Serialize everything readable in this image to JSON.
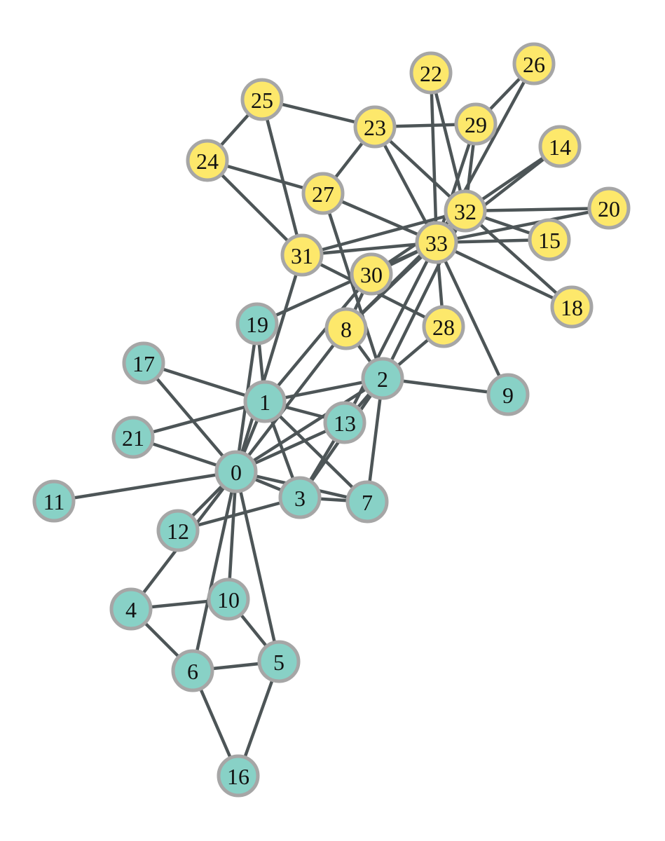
{
  "graph": {
    "colors": {
      "group_a": "#88d1c6",
      "group_b": "#fde86b",
      "edge": "#4d5557",
      "node_border": "#a6a6a6"
    },
    "nodes": [
      {
        "id": "0",
        "group": "group_a"
      },
      {
        "id": "1",
        "group": "group_a"
      },
      {
        "id": "2",
        "group": "group_a"
      },
      {
        "id": "3",
        "group": "group_a"
      },
      {
        "id": "4",
        "group": "group_a"
      },
      {
        "id": "5",
        "group": "group_a"
      },
      {
        "id": "6",
        "group": "group_a"
      },
      {
        "id": "7",
        "group": "group_a"
      },
      {
        "id": "8",
        "group": "group_b"
      },
      {
        "id": "9",
        "group": "group_a"
      },
      {
        "id": "10",
        "group": "group_a"
      },
      {
        "id": "11",
        "group": "group_a"
      },
      {
        "id": "12",
        "group": "group_a"
      },
      {
        "id": "13",
        "group": "group_a"
      },
      {
        "id": "14",
        "group": "group_b"
      },
      {
        "id": "15",
        "group": "group_b"
      },
      {
        "id": "16",
        "group": "group_a"
      },
      {
        "id": "17",
        "group": "group_a"
      },
      {
        "id": "18",
        "group": "group_b"
      },
      {
        "id": "19",
        "group": "group_a"
      },
      {
        "id": "20",
        "group": "group_b"
      },
      {
        "id": "21",
        "group": "group_a"
      },
      {
        "id": "22",
        "group": "group_b"
      },
      {
        "id": "23",
        "group": "group_b"
      },
      {
        "id": "24",
        "group": "group_b"
      },
      {
        "id": "25",
        "group": "group_b"
      },
      {
        "id": "26",
        "group": "group_b"
      },
      {
        "id": "27",
        "group": "group_b"
      },
      {
        "id": "28",
        "group": "group_b"
      },
      {
        "id": "29",
        "group": "group_b"
      },
      {
        "id": "30",
        "group": "group_b"
      },
      {
        "id": "31",
        "group": "group_b"
      },
      {
        "id": "32",
        "group": "group_b"
      },
      {
        "id": "33",
        "group": "group_b"
      }
    ],
    "edges": [
      [
        "0",
        "1"
      ],
      [
        "0",
        "2"
      ],
      [
        "0",
        "3"
      ],
      [
        "0",
        "4"
      ],
      [
        "0",
        "5"
      ],
      [
        "0",
        "6"
      ],
      [
        "0",
        "7"
      ],
      [
        "0",
        "8"
      ],
      [
        "0",
        "10"
      ],
      [
        "0",
        "11"
      ],
      [
        "0",
        "12"
      ],
      [
        "0",
        "13"
      ],
      [
        "0",
        "17"
      ],
      [
        "0",
        "19"
      ],
      [
        "0",
        "21"
      ],
      [
        "0",
        "31"
      ],
      [
        "1",
        "2"
      ],
      [
        "1",
        "3"
      ],
      [
        "1",
        "7"
      ],
      [
        "1",
        "13"
      ],
      [
        "1",
        "17"
      ],
      [
        "1",
        "19"
      ],
      [
        "1",
        "21"
      ],
      [
        "1",
        "30"
      ],
      [
        "2",
        "3"
      ],
      [
        "2",
        "7"
      ],
      [
        "2",
        "8"
      ],
      [
        "2",
        "9"
      ],
      [
        "2",
        "13"
      ],
      [
        "2",
        "27"
      ],
      [
        "2",
        "28"
      ],
      [
        "2",
        "32"
      ],
      [
        "3",
        "7"
      ],
      [
        "3",
        "12"
      ],
      [
        "3",
        "13"
      ],
      [
        "4",
        "6"
      ],
      [
        "4",
        "10"
      ],
      [
        "5",
        "6"
      ],
      [
        "5",
        "10"
      ],
      [
        "5",
        "16"
      ],
      [
        "6",
        "16"
      ],
      [
        "8",
        "30"
      ],
      [
        "8",
        "32"
      ],
      [
        "8",
        "33"
      ],
      [
        "9",
        "33"
      ],
      [
        "13",
        "33"
      ],
      [
        "14",
        "32"
      ],
      [
        "14",
        "33"
      ],
      [
        "15",
        "32"
      ],
      [
        "15",
        "33"
      ],
      [
        "18",
        "32"
      ],
      [
        "18",
        "33"
      ],
      [
        "19",
        "33"
      ],
      [
        "20",
        "32"
      ],
      [
        "20",
        "33"
      ],
      [
        "22",
        "32"
      ],
      [
        "22",
        "33"
      ],
      [
        "23",
        "25"
      ],
      [
        "23",
        "27"
      ],
      [
        "23",
        "29"
      ],
      [
        "23",
        "32"
      ],
      [
        "23",
        "33"
      ],
      [
        "24",
        "25"
      ],
      [
        "24",
        "27"
      ],
      [
        "24",
        "31"
      ],
      [
        "25",
        "31"
      ],
      [
        "26",
        "29"
      ],
      [
        "26",
        "33"
      ],
      [
        "27",
        "33"
      ],
      [
        "28",
        "31"
      ],
      [
        "28",
        "33"
      ],
      [
        "29",
        "32"
      ],
      [
        "29",
        "33"
      ],
      [
        "30",
        "32"
      ],
      [
        "30",
        "33"
      ],
      [
        "31",
        "32"
      ],
      [
        "31",
        "33"
      ],
      [
        "32",
        "33"
      ]
    ]
  }
}
